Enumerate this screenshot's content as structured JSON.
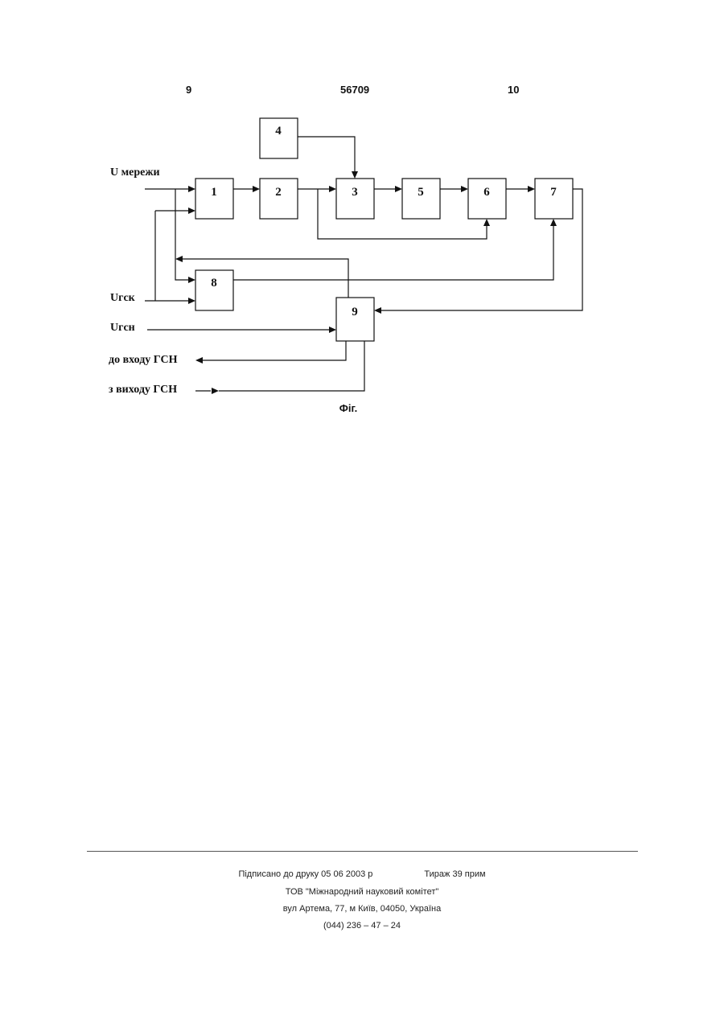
{
  "header": {
    "left_page": "9",
    "patent_number": "56709",
    "right_page": "10"
  },
  "diagram": {
    "blocks": [
      "1",
      "2",
      "3",
      "4",
      "5",
      "6",
      "7",
      "8",
      "9"
    ],
    "labels": {
      "mains": "U мережи",
      "ugsk": "Uгск",
      "ugsn": "Uгсн",
      "to_gsn_input": "до входу ГСН",
      "from_gsn_output": "з виходу ГСН"
    },
    "caption": "Фіг."
  },
  "footer": {
    "signed": "Підписано до друку 05 06 2003 р",
    "circulation": "Тираж 39 прим",
    "org": "ТОВ \"Міжнародний науковий комітет\"",
    "address": "вул  Артема, 77, м  Київ, 04050, Україна",
    "phone": "(044) 236 – 47 – 24"
  }
}
